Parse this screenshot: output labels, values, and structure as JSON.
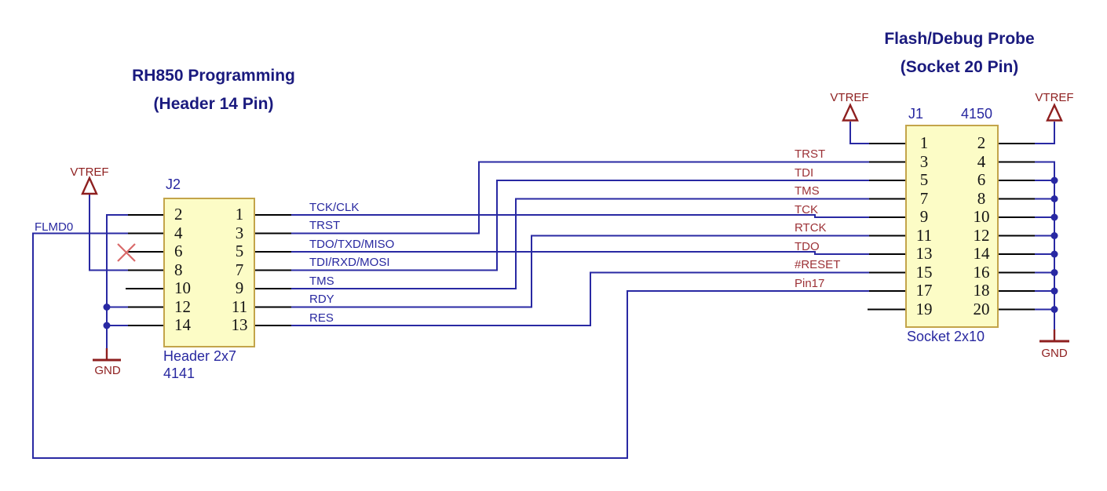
{
  "titles": {
    "left": {
      "line1": "RH850 Programming",
      "line2": "(Header 14 Pin)"
    },
    "right": {
      "line1": "Flash/Debug Probe",
      "line2": "(Socket 20 Pin)"
    }
  },
  "j2": {
    "refdes": "J2",
    "footprint": "Header 2x7",
    "part_number": "4141",
    "left_pins": [
      "2",
      "4",
      "6",
      "8",
      "10",
      "12",
      "14"
    ],
    "right_pins": [
      "1",
      "3",
      "5",
      "7",
      "9",
      "11",
      "13"
    ]
  },
  "j1": {
    "refdes": "J1",
    "part_number": "4150",
    "footprint": "Socket 2x10",
    "left_pins": [
      "1",
      "3",
      "5",
      "7",
      "9",
      "11",
      "13",
      "15",
      "17",
      "19"
    ],
    "right_pins": [
      "2",
      "4",
      "6",
      "8",
      "10",
      "12",
      "14",
      "16",
      "18",
      "20"
    ]
  },
  "left_signal_labels": [
    "TCK/CLK",
    "TRST",
    "TDO/TXD/MISO",
    "TDI/RXD/MOSI",
    "TMS",
    "RDY",
    "RES"
  ],
  "right_signal_labels": [
    "TRST",
    "TDI",
    "TMS",
    "TCK",
    "RTCK",
    "TDO",
    "#RESET",
    "Pin17"
  ],
  "net_labels": {
    "flmd0": "FLMD0"
  },
  "power": {
    "vtref_left": "VTREF",
    "vtref_top": "VTREF",
    "vtref_right": "VTREF",
    "gnd_left": "GND",
    "gnd_right": "GND"
  },
  "palette": {
    "wire_blue": "#2929a3",
    "signal_label_red": "#9c3136",
    "power_red": "#8e1f1f",
    "title_navy": "#1a1a7e",
    "component_fill": "#fcfcc6",
    "component_border": "#c3a44a",
    "no_connect_red": "#d96a6a",
    "pin_stub_black": "#000000"
  }
}
